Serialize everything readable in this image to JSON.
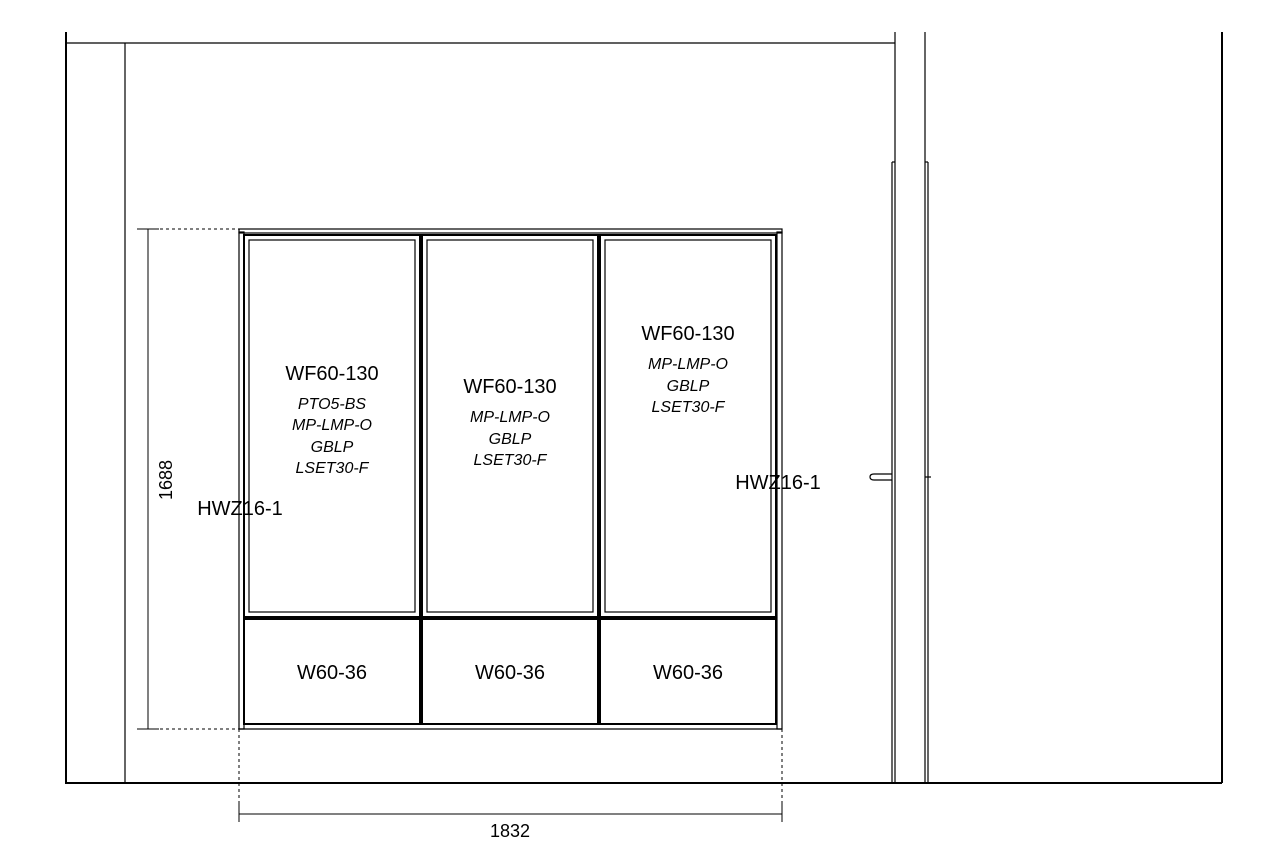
{
  "colors": {
    "line": "#000000",
    "background": "#ffffff"
  },
  "dimensions": {
    "height": "1688",
    "width": "1832"
  },
  "end_panels": {
    "left": "HWZ16-1",
    "right": "HWZ16-1"
  },
  "wall_cabinets": [
    {
      "code": "WF60-130",
      "options": [
        "PTO5-BS",
        "MP-LMP-O",
        "GBLP",
        "LSET30-F"
      ]
    },
    {
      "code": "WF60-130",
      "options": [
        "MP-LMP-O",
        "GBLP",
        "LSET30-F"
      ]
    },
    {
      "code": "WF60-130",
      "options": [
        "MP-LMP-O",
        "GBLP",
        "LSET30-F"
      ]
    }
  ],
  "lower_cabinets": [
    {
      "code": "W60-36"
    },
    {
      "code": "W60-36"
    },
    {
      "code": "W60-36"
    }
  ]
}
